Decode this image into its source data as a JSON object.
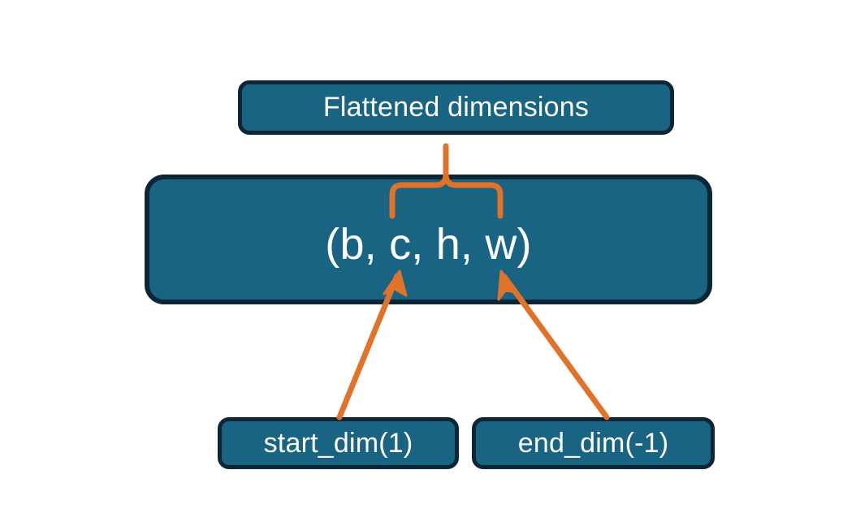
{
  "diagram": {
    "title_node": {
      "label": "Flattened dimensions",
      "name": "flattened-dimensions-box"
    },
    "shape_node": {
      "label": "(b, c, h, w)",
      "name": "tensor-shape-box"
    },
    "start_node": {
      "label": "start_dim(1)",
      "name": "start-dim-box"
    },
    "end_node": {
      "label": "end_dim(-1)",
      "name": "end-dim-box"
    },
    "annotations": {
      "brace": "curly-brace-spanning-flattened-dims",
      "arrow_start": "arrow-from-start-dim-to-c",
      "arrow_end": "arrow-from-end-dim-to-w"
    },
    "colors": {
      "box_fill": "#196383",
      "box_border": "#0d2535",
      "accent": "#e0722a",
      "text": "#ffffff",
      "background": "#ffffff"
    }
  }
}
